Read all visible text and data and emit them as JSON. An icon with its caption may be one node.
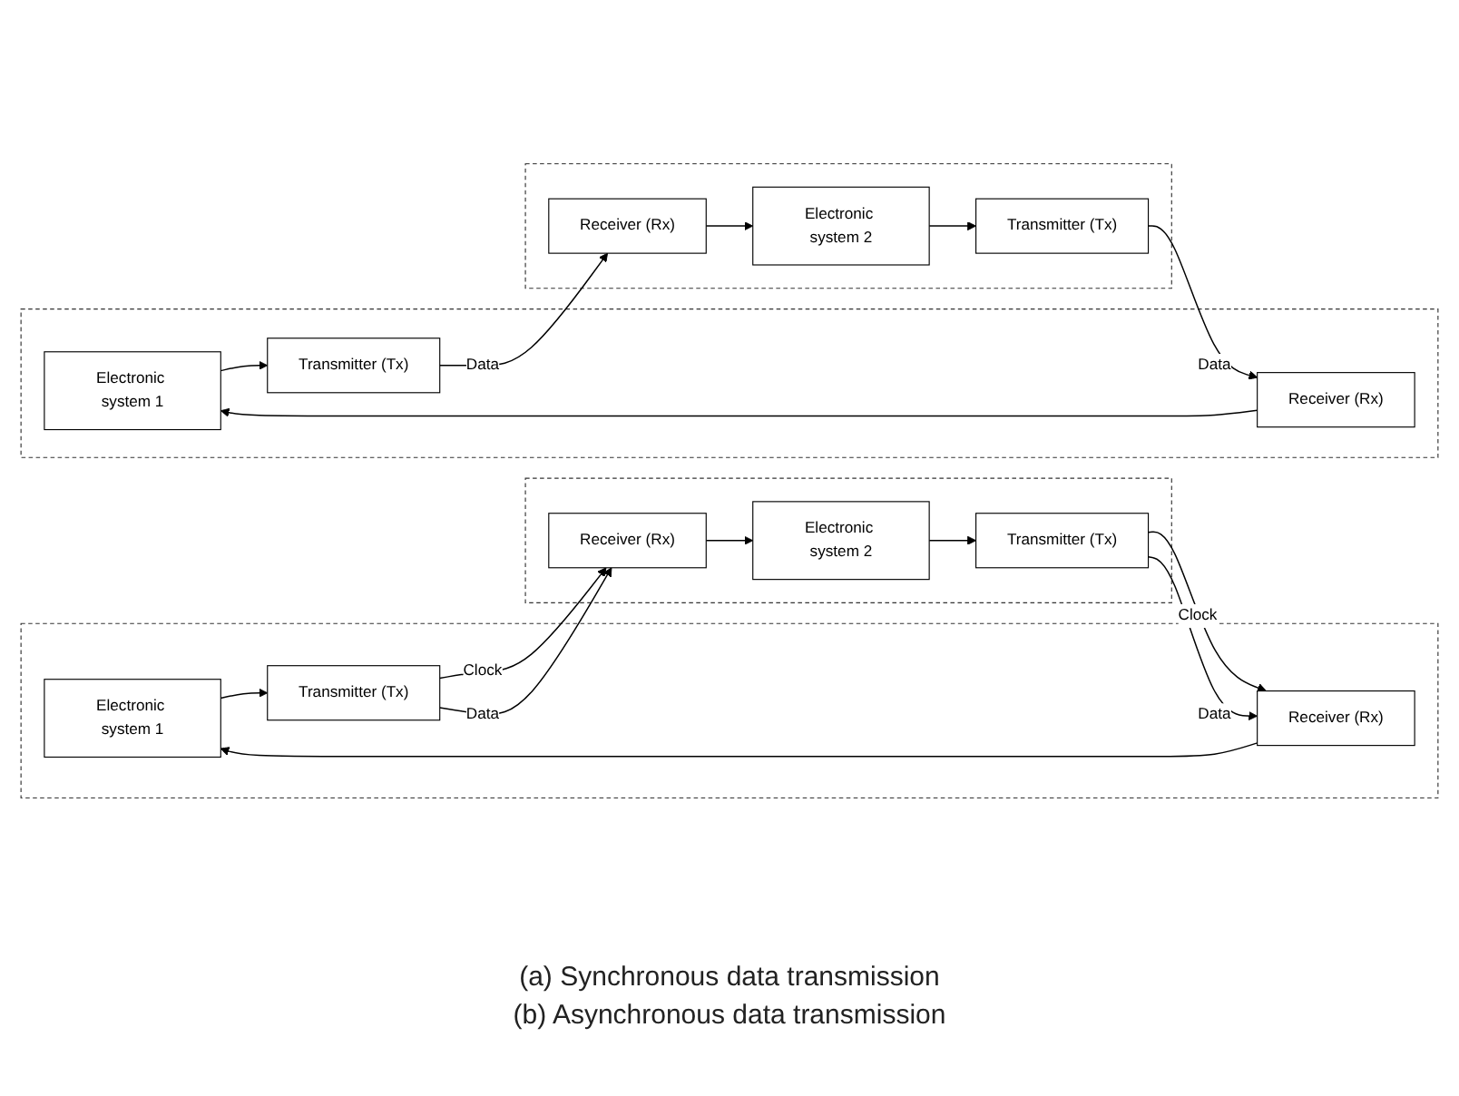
{
  "diagram": {
    "nodes": [
      {
        "text": [],
        "shape": "box"
      },
      {
        "text": [
          "Electronic system 1"
        ],
        "in": 0
      },
      {
        "text": [
          "Transmitter (Tx)"
        ],
        "in": 0
      },
      {
        "text": [
          "Receiver (Rx)"
        ],
        "in": 0
      },
      {
        "text": [],
        "shape": "box"
      },
      {
        "text": [
          "Receiver (Rx)"
        ],
        "in": 4
      },
      {
        "text": [
          "Electronic system 2"
        ],
        "in": 4
      },
      {
        "text": [
          "Transmitter (Tx)"
        ],
        "in": 4
      },
      {
        "text": [],
        "shape": "box"
      },
      {
        "text": [
          "Electronic system 1"
        ],
        "in": 8
      },
      {
        "text": [
          "Transmitter (Tx)"
        ],
        "in": 8
      },
      {
        "text": [
          "Receiver (Rx)"
        ],
        "in": 8
      },
      {
        "text": [],
        "shape": "box"
      },
      {
        "text": [
          "Receiver (Rx)"
        ],
        "in": 12
      },
      {
        "text": [
          "Electronic system 2"
        ],
        "in": 12
      },
      {
        "text": [
          "Transmitter (Tx)"
        ],
        "in": 12
      }
    ],
    "edges": [
      {
        "from": 1,
        "to": 2,
        "arrow": "to"
      },
      {
        "from": 2,
        "to": 5,
        "arrow": "to",
        "label": "Clock"
      },
      {
        "from": 2,
        "to": 5,
        "arrow": "to",
        "label": "Data"
      },
      {
        "from": 5,
        "to": 6,
        "arrow": "to"
      },
      {
        "from": 6,
        "to": 7,
        "arrow": "to"
      },
      {
        "from": 7,
        "to": 3,
        "arrow": "to",
        "label": "Clock"
      },
      {
        "from": 7,
        "to": 3,
        "arrow": "to",
        "label": "Data"
      },
      {
        "from": 3,
        "to": 1,
        "arrow": "to"
      },
      {
        "from": 9,
        "to": 10,
        "arrow": "to"
      },
      {
        "from": 10,
        "to": 13,
        "arrow": "to",
        "label": "Data"
      },
      {
        "from": 13,
        "to": 14,
        "arrow": "to"
      },
      {
        "from": 14,
        "to": 15,
        "arrow": "to"
      },
      {
        "from": 15,
        "to": 11,
        "arrow": "to",
        "label": "Data"
      },
      {
        "from": 11,
        "to": 9,
        "arrow": "to"
      }
    ],
    "labels": [
      "(a) Synchronous data transmission",
      "(b) Asynchronous data transmission"
    ]
  }
}
